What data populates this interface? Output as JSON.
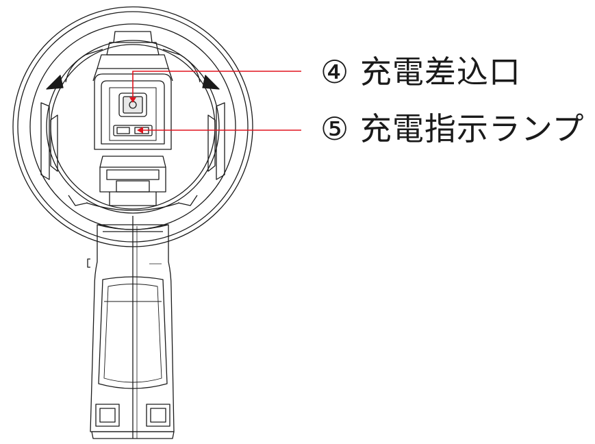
{
  "callouts": [
    {
      "id": "charging-port",
      "label": "④ 充電差込口"
    },
    {
      "id": "charging-indicator",
      "label": "⑤ 充電指示ランプ"
    }
  ],
  "colors": {
    "outline": "#1a1a1a",
    "leader_line": "#e0141e",
    "background": "#ffffff"
  }
}
